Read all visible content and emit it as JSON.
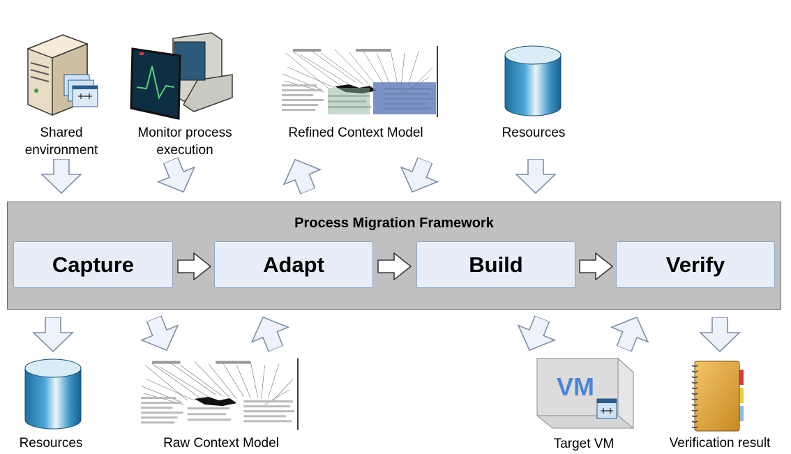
{
  "framework": {
    "title": "Process Migration Framework",
    "steps": [
      "Capture",
      "Adapt",
      "Build",
      "Verify"
    ]
  },
  "inputs": {
    "shared_env_l1": "Shared",
    "shared_env_l2": "environment",
    "monitor_l1": "Monitor process",
    "monitor_l2": "execution",
    "refined_model": "Refined Context Model",
    "resources_top": "Resources"
  },
  "outputs": {
    "resources_bottom": "Resources",
    "raw_model": "Raw Context Model",
    "target_vm": "Target VM",
    "vm_logo": "VM",
    "verification": "Verification result"
  },
  "icons": [
    "server-icon",
    "monitor-computer-icon",
    "database-icon",
    "vm-box-icon",
    "notebook-icon",
    "context-graph-image"
  ],
  "colors": {
    "arrow_fill": "#eef2fb",
    "arrow_stroke": "#7d8fa8",
    "framework_bg": "#c0c0c0",
    "step_bg": "#e8eef7",
    "db_blue": "#2f8fbf",
    "vm_text": "#4a86d8"
  }
}
